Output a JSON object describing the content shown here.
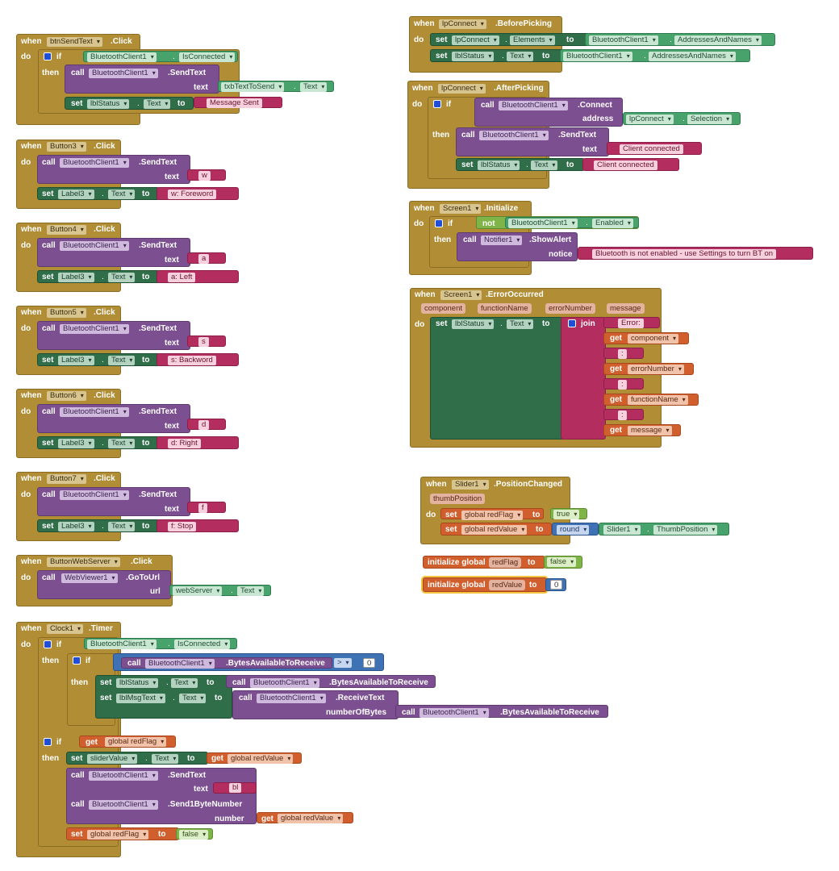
{
  "kw": {
    "when": "when",
    "do": "do",
    "then": "then",
    "if": "if",
    "call": "call",
    "set": "set",
    "to": "to",
    "get": "get",
    "not": "not",
    "join": "join",
    "text": "text",
    "url": "url",
    "address": "address",
    "notice": "notice",
    "number": "number",
    "numberOfBytes": "numberOfBytes",
    "dot": ".",
    "initialize_global": "initialize global"
  },
  "btnSendText": {
    "component": "btnSendText",
    "event": ".Click",
    "bt": "BluetoothClient1",
    "isConnected": "IsConnected",
    "sendText": ".SendText",
    "txb": "txbTextToSend",
    "textProp": "Text",
    "lblStatus": "lblStatus",
    "msg": "Message Sent"
  },
  "buttons": [
    {
      "component": "Button3",
      "arg": "w",
      "labelText": "w: Foreword"
    },
    {
      "component": "Button4",
      "arg": "a",
      "labelText": "a: Left"
    },
    {
      "component": "Button5",
      "arg": "s",
      "labelText": "s: Backword"
    },
    {
      "component": "Button6",
      "arg": "d",
      "labelText": "d: Right"
    },
    {
      "component": "Button7",
      "arg": "f",
      "labelText": "f: Stop"
    }
  ],
  "common": {
    "click": ".Click",
    "bt": "BluetoothClient1",
    "sendText": ".SendText",
    "label3": "Label3",
    "textProp": "Text"
  },
  "webServer": {
    "component": "ButtonWebServer",
    "event": ".Click",
    "viewer": "WebViewer1",
    "goToUrl": ".GoToUrl",
    "field": "webServer",
    "textProp": "Text"
  },
  "clock": {
    "component": "Clock1",
    "event": ".Timer",
    "bt": "BluetoothClient1",
    "isConnected": "IsConnected",
    "bytesAvail": ".BytesAvailableToReceive",
    "bytesAvailDd": "BytesAvailableToReceive",
    "op": ">",
    "zero": "0",
    "lblStatus": "lblStatus",
    "lblMsgText": "lblMsgText",
    "receiveText": ".ReceiveText",
    "redFlag": "global redFlag",
    "sliderValue": "sliderValue",
    "redValue": "global redValue",
    "sendText": ".SendText",
    "arg": "bl",
    "send1": ".Send1ByteNumber",
    "falseVal": "false",
    "textProp": "Text"
  },
  "lpBefore": {
    "component": "lpConnect",
    "event": ".BeforePicking",
    "elements": "Elements",
    "bt": "BluetoothClient1",
    "addr": "AddressesAndNames",
    "lblStatus": "lblStatus",
    "textProp": "Text"
  },
  "lpAfter": {
    "component": "lpConnect",
    "event": ".AfterPicking",
    "bt": "BluetoothClient1",
    "connect": ".Connect",
    "selection": "Selection",
    "sendText": ".SendText",
    "connected": "Client connected",
    "lblStatus": "lblStatus",
    "textProp": "Text"
  },
  "screenInit": {
    "component": "Screen1",
    "event": ".Initialize",
    "bt": "BluetoothClient1",
    "enabled": "Enabled",
    "notifier": "Notifier1",
    "showAlert": ".ShowAlert",
    "alert": "Bluetooth is not enabled - use Settings to turn BT on"
  },
  "screenErr": {
    "component": "Screen1",
    "event": ".ErrorOccurred",
    "params": [
      "component",
      "functionName",
      "errorNumber",
      "message"
    ],
    "lblStatus": "lblStatus",
    "textProp": "Text",
    "error": "Error:",
    "sep": ":",
    "gets": [
      "component",
      "errorNumber",
      "functionName",
      "message"
    ]
  },
  "slider": {
    "component": "Slider1",
    "event": ".PositionChanged",
    "param": "thumbPosition",
    "redFlag": "global redFlag",
    "trueVal": "true",
    "redValue": "global redValue",
    "round": "round",
    "thumb": "ThumbPosition"
  },
  "inits": [
    {
      "name": "redFlag",
      "value": "false"
    },
    {
      "name": "redValue",
      "value": "0"
    }
  ]
}
